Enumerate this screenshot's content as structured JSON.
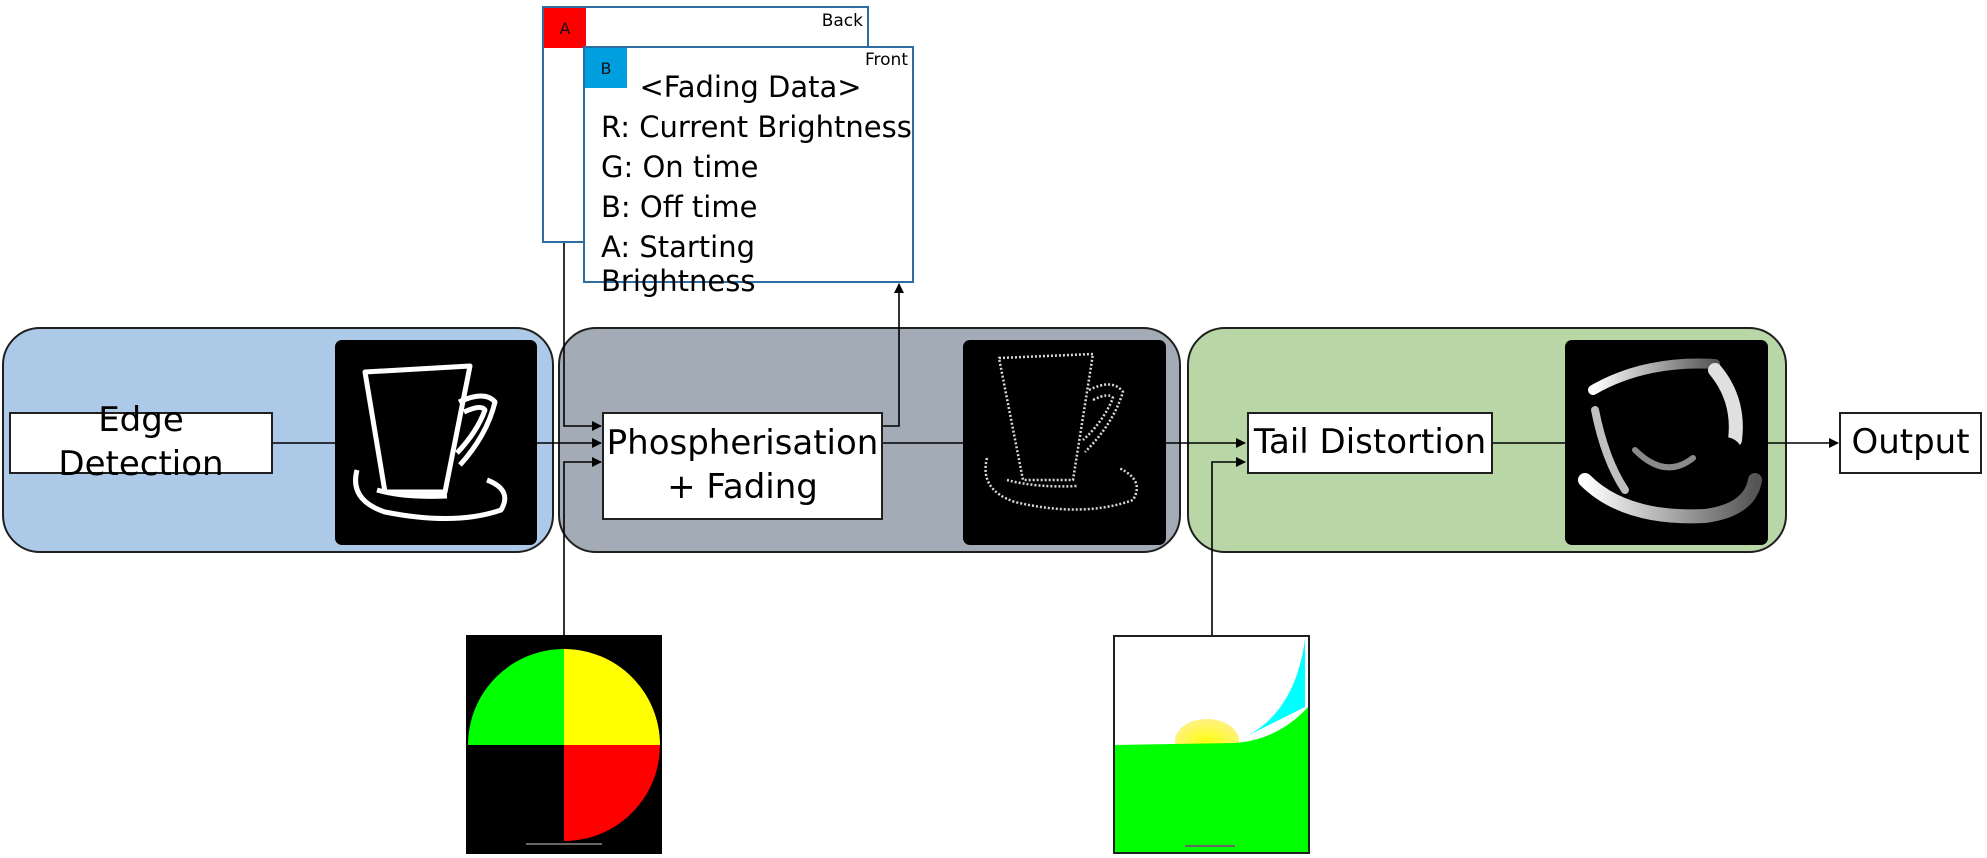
{
  "stages": [
    {
      "label": "Edge Detection",
      "color": "#adc9e8"
    },
    {
      "label_line1": "Phospherisation",
      "label_line2": "+ Fading",
      "color": "#a3abb6"
    },
    {
      "label": "Tail Distortion",
      "color": "#b8d6a6"
    }
  ],
  "output": {
    "label": "Output"
  },
  "fading_data": {
    "back_tag": "A",
    "back_corner": "Back",
    "front_tag": "B",
    "front_corner": "Front",
    "title": "<Fading Data>",
    "lines": [
      "R: Current Brightness",
      "G: On time",
      "B: Off time",
      "A: Starting Brightness"
    ],
    "back_tag_color": "#ff0000",
    "front_tag_color": "#00a0e0"
  },
  "textures": {
    "quadrant_colors": [
      "#00ff00",
      "#ffff00",
      "#000000",
      "#ff0000"
    ],
    "curve_colors": [
      "#00ff00",
      "#00ffff",
      "#ffff00"
    ]
  }
}
